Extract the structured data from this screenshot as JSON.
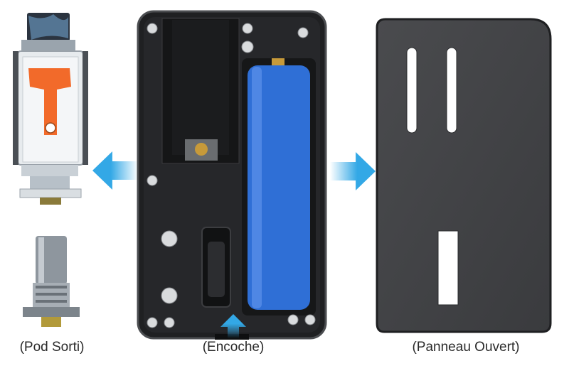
{
  "captions": {
    "pod": "(Pod Sorti)",
    "notch": "(Encoche)",
    "panel": "(Panneau Ouvert)"
  },
  "colors": {
    "body": "#232426",
    "panel": "#3f4043",
    "battery": "#2f6fd6",
    "arrow": "#33a8e6",
    "pod_tab": "#f26a2a",
    "caption_text": "#2a2a2a"
  },
  "icons": {
    "left_arrow": "arrow-left-icon",
    "right_arrow": "arrow-right-icon",
    "up_arrow": "arrow-up-icon"
  }
}
